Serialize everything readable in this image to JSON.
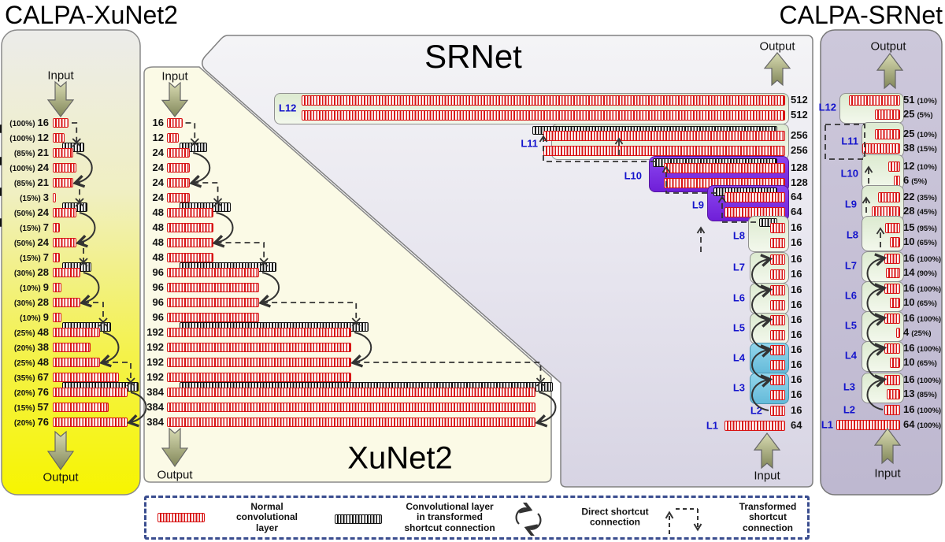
{
  "titles": {
    "left": "CALPA-XuNet2",
    "right": "CALPA-SRNet",
    "srnet": "SRNet",
    "xunet2": "XuNet2"
  },
  "io": {
    "input": "Input",
    "output": "Output"
  },
  "calpa_xunet2": {
    "rows": [
      {
        "pct": "(100%)",
        "count": 16
      },
      {
        "pct": "(100%)",
        "count": 12
      },
      {
        "pct": "(85%)",
        "count": 21
      },
      {
        "pct": "(100%)",
        "count": 24
      },
      {
        "pct": "(85%)",
        "count": 21
      },
      {
        "pct": "(15%)",
        "count": 3
      },
      {
        "pct": "(50%)",
        "count": 24
      },
      {
        "pct": "(15%)",
        "count": 7
      },
      {
        "pct": "(50%)",
        "count": 24
      },
      {
        "pct": "(15%)",
        "count": 7
      },
      {
        "pct": "(30%)",
        "count": 28
      },
      {
        "pct": "(10%)",
        "count": 9
      },
      {
        "pct": "(30%)",
        "count": 28
      },
      {
        "pct": "(10%)",
        "count": 9
      },
      {
        "pct": "(25%)",
        "count": 48
      },
      {
        "pct": "(20%)",
        "count": 38
      },
      {
        "pct": "(25%)",
        "count": 48
      },
      {
        "pct": "(35%)",
        "count": 67
      },
      {
        "pct": "(20%)",
        "count": 76
      },
      {
        "pct": "(15%)",
        "count": 57
      },
      {
        "pct": "(20%)",
        "count": 76
      }
    ]
  },
  "xunet2": {
    "rows": [
      16,
      12,
      24,
      24,
      24,
      24,
      48,
      48,
      48,
      48,
      96,
      96,
      96,
      96,
      192,
      192,
      192,
      192,
      384,
      384,
      384
    ]
  },
  "srnet": {
    "layers": [
      {
        "name": "L12",
        "style": "green",
        "black": false,
        "rows": [
          512,
          512
        ]
      },
      {
        "name": "L11",
        "style": "green",
        "black": true,
        "rows": [
          256,
          256
        ]
      },
      {
        "name": "L10",
        "style": "purple",
        "black": true,
        "rows": [
          128,
          128
        ]
      },
      {
        "name": "L9",
        "style": "purple",
        "black": true,
        "rows": [
          64,
          64
        ]
      },
      {
        "name": "L8",
        "style": "green",
        "black": true,
        "rows": [
          16,
          16
        ]
      },
      {
        "name": "L7",
        "style": "green",
        "black": false,
        "rows": [
          16,
          16
        ]
      },
      {
        "name": "L6",
        "style": "green",
        "black": false,
        "rows": [
          16,
          16
        ]
      },
      {
        "name": "L5",
        "style": "green",
        "black": false,
        "rows": [
          16,
          16
        ]
      },
      {
        "name": "L4",
        "style": "blue",
        "black": false,
        "rows": [
          16,
          16
        ]
      },
      {
        "name": "L3",
        "style": "blue",
        "black": false,
        "rows": [
          16,
          16
        ]
      },
      {
        "name": "L2",
        "style": "none",
        "black": false,
        "rows": [
          16
        ]
      },
      {
        "name": "L1",
        "style": "none",
        "black": false,
        "rows": [
          64
        ]
      }
    ]
  },
  "calpa_srnet": {
    "layers": [
      {
        "name": "L12",
        "black": false,
        "rows": [
          {
            "count": 51,
            "pct": "(10%)"
          },
          {
            "count": 25,
            "pct": "(5%)"
          }
        ]
      },
      {
        "name": "L11",
        "black": true,
        "dashed_box": true,
        "rows": [
          {
            "count": 25,
            "pct": "(10%)"
          },
          {
            "count": 38,
            "pct": "(15%)"
          }
        ]
      },
      {
        "name": "L10",
        "black": true,
        "rows": [
          {
            "count": 12,
            "pct": "(10%)"
          },
          {
            "count": 6,
            "pct": "(5%)"
          }
        ]
      },
      {
        "name": "L9",
        "black": true,
        "rows": [
          {
            "count": 22,
            "pct": "(35%)"
          },
          {
            "count": 28,
            "pct": "(45%)"
          }
        ]
      },
      {
        "name": "L8",
        "black": true,
        "rows": [
          {
            "count": 15,
            "pct": "(95%)"
          },
          {
            "count": 10,
            "pct": "(65%)"
          }
        ]
      },
      {
        "name": "L7",
        "black": false,
        "rows": [
          {
            "count": 16,
            "pct": "(100%)"
          },
          {
            "count": 14,
            "pct": "(90%)"
          }
        ]
      },
      {
        "name": "L6",
        "black": false,
        "rows": [
          {
            "count": 16,
            "pct": "(100%)"
          },
          {
            "count": 10,
            "pct": "(65%)"
          }
        ]
      },
      {
        "name": "L5",
        "black": false,
        "rows": [
          {
            "count": 16,
            "pct": "(100%)"
          },
          {
            "count": 4,
            "pct": "(25%)"
          }
        ]
      },
      {
        "name": "L4",
        "black": false,
        "rows": [
          {
            "count": 16,
            "pct": "(100%)"
          },
          {
            "count": 10,
            "pct": "(65%)"
          }
        ]
      },
      {
        "name": "L3",
        "black": false,
        "rows": [
          {
            "count": 16,
            "pct": "(100%)"
          },
          {
            "count": 13,
            "pct": "(85%)"
          }
        ]
      },
      {
        "name": "L2",
        "black": false,
        "rows": [
          {
            "count": 16,
            "pct": "(100%)"
          }
        ]
      },
      {
        "name": "L1",
        "black": false,
        "rows": [
          {
            "count": 64,
            "pct": "(100%)"
          }
        ]
      }
    ]
  },
  "legend": {
    "items": [
      {
        "icon": "red-striped-bar",
        "label": "Normal\nconvolutional\nlayer"
      },
      {
        "icon": "black-striped-bar",
        "label": "Convolutional layer\nin transformed\nshortcut connection"
      },
      {
        "icon": "circular-arrows",
        "label": "Direct shortcut\nconnection"
      },
      {
        "icon": "dashed-arrows",
        "label": "Transformed\nshortcut\nconnection"
      }
    ]
  },
  "colors": {
    "normal_bar": "#d81414",
    "transformed_bar": "#101010",
    "layer_label": "#1414cc",
    "legend_border": "#3a4d8f",
    "purple_block": "#7d2ae8",
    "blue_block": "#6fc6e4",
    "green_block": "#dcead0",
    "panel_yellow": "#f7f500",
    "panel_lavender": "#c6c0d7"
  }
}
